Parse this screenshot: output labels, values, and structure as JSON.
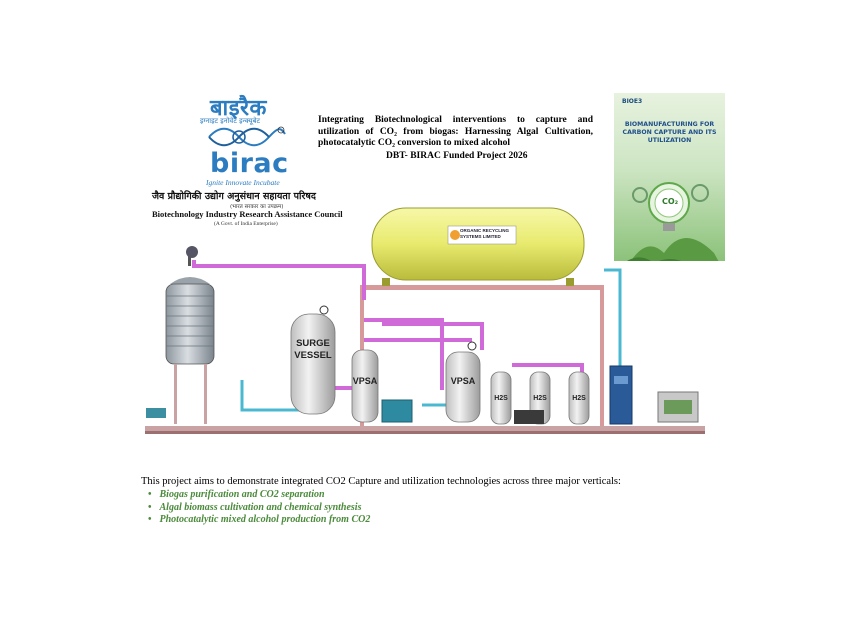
{
  "logo": {
    "hindi_name": "बाइरैक",
    "hindi_tagline": "इग्नाइट इनोवेट इन्क्यूबेट",
    "name": "birac",
    "tagline": "Ignite Innovate Incubate",
    "hindi_council": "जैव प्रौद्योगिकी उद्योग अनुसंधान सहायता परिषद",
    "hindi_govt": "(भारत सरकार का उपक्रम)",
    "council": "Biotechnology Industry Research Assistance Council",
    "govt": "(A Govt. of India Enterprise)"
  },
  "title": "Integrating Biotechnological interventions to capture and utilization of CO₂ from biogas: Harnessing Algal Cultivation, photocatalytic CO₂ conversion to mixed alcohol",
  "subtitle": "DBT- BIRAC Funded Project 2026",
  "cover": {
    "logos": "BIOE3",
    "title": "BIOMANUFACTURING FOR CARBON CAPTURE AND ITS UTILIZATION",
    "co2_label": "CO₂"
  },
  "plant": {
    "tank_label": "ORGANIC RECYCLING SYSTEMS LIMITED",
    "surge_vessel": "SURGE VESSEL",
    "vpsa_1": "VPSA",
    "vpsa_2": "VPSA",
    "h2s_1": "H2S",
    "h2s_2": "H2S",
    "h2s_3": "H2S"
  },
  "intro": "This project aims to demonstrate integrated CO2 Capture and utilization technologies across three major verticals:",
  "verticals": [
    "Biogas purification and CO2 separation",
    "Algal biomass cultivation and chemical synthesis",
    "Photocatalytic mixed alcohol production from CO2"
  ]
}
